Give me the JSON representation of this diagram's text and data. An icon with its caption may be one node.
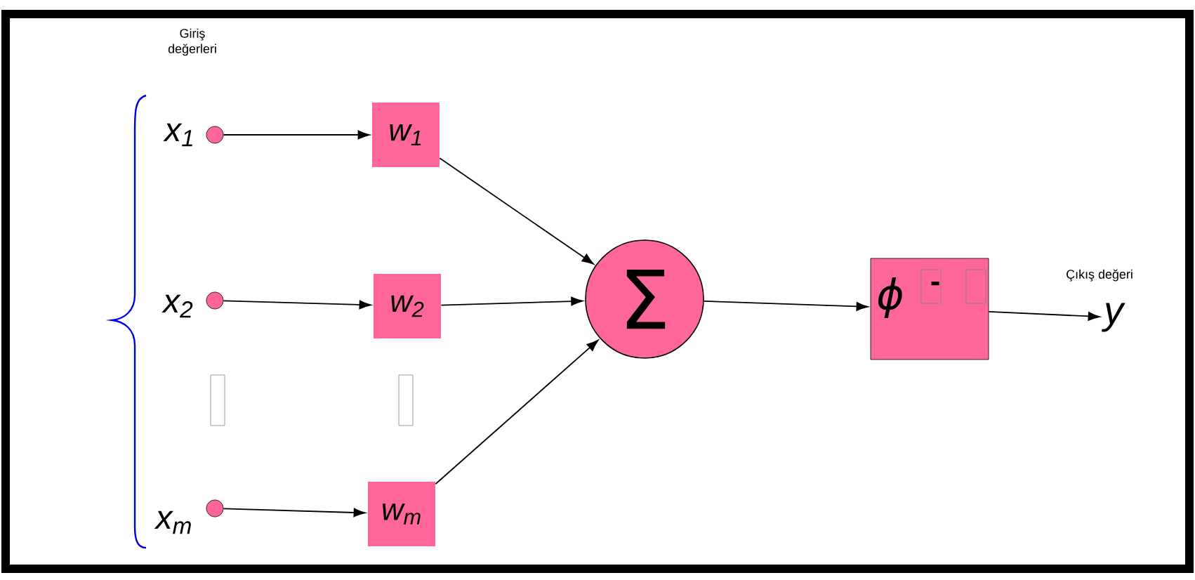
{
  "diagram": {
    "nodes": [
      {
        "text": [],
        "shape": "circle",
        "beside": [
          "x$_{1}$"
        ]
      },
      {
        "text": [],
        "shape": "circle",
        "beside": [
          "x$_{2}$"
        ]
      },
      {
        "text": [],
        "shape": "circle",
        "beside": [
          "x$_{m}$"
        ]
      },
      {
        "text": [
          "w$_{1}$"
        ]
      },
      {
        "text": [
          "w$_{2}$"
        ]
      },
      {
        "text": [
          "w$_{m}$"
        ]
      },
      {
        "text": [
          "Σ"
        ]
      },
      {
        "text": [
          "ϕ",
          "-"
        ]
      },
      {
        "text": [
          "y"
        ],
        "beside": [
          "Çıkış değeri"
        ]
      }
    ],
    "edges": [
      {
        "from": 0,
        "to": 3,
        "arrow": "to"
      },
      {
        "from": 1,
        "to": 4,
        "arrow": "to"
      },
      {
        "from": 2,
        "to": 5,
        "arrow": "to"
      },
      {
        "from": 3,
        "to": 6,
        "arrow": "to"
      },
      {
        "from": 4,
        "to": 6,
        "arrow": "to"
      },
      {
        "from": 5,
        "to": 6,
        "arrow": "to"
      },
      {
        "from": 6,
        "to": 7,
        "arrow": "to"
      },
      {
        "from": 7,
        "to": 8,
        "arrow": "to"
      }
    ],
    "labels": [
      "Giriş değerleri"
    ]
  }
}
